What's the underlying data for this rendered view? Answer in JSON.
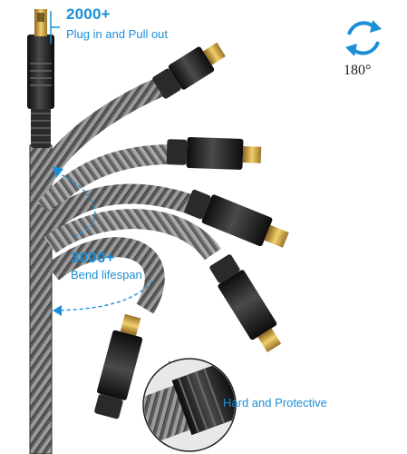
{
  "colors": {
    "accent": "#1b8fd6",
    "connector_gold": "#d9a93a",
    "housing": "#1e1e1e",
    "braid": "#8a8a8a"
  },
  "callouts": {
    "plug_cycles": "2000+",
    "plug_text": "Plug in and Pull out",
    "rotation_icon": "rotate-360-icon",
    "rotation_degrees": "180°",
    "bend_cycles": "3000+",
    "bend_text": "Bend lifespan",
    "protective_text": "Hard and Protective"
  }
}
